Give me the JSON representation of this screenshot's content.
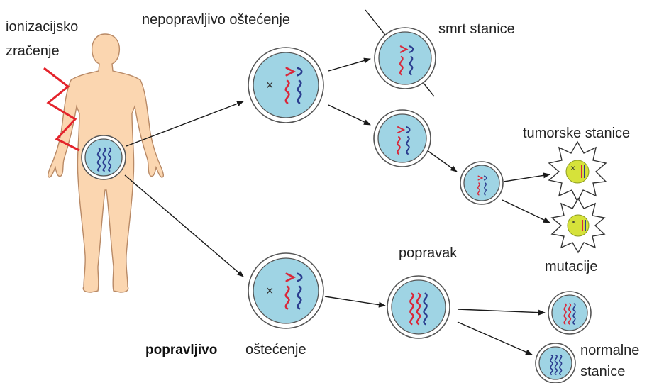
{
  "labels": {
    "radiation_line1": "ionizacijsko",
    "radiation_line2": "zračenje",
    "irreparable_damage": "nepopravljivo oštećenje",
    "cell_death": "smrt stanice",
    "tumor_cells": "tumorske stanice",
    "mutations": "mutacije",
    "repair": "popravak",
    "repairable": "popravljivo",
    "damage": "oštećenje",
    "normal_cells_line1": "normalne",
    "normal_cells_line2": "stanice"
  },
  "colors": {
    "skin": "#fbd6b0",
    "skin_outline": "#b98a66",
    "cell_fill": "#9fd4e4",
    "dna_red": "#d9283a",
    "dna_blue": "#2b3d8f",
    "radiation_zigzag": "#e4232b",
    "tumor_nucleus": "#d6e23a"
  },
  "icons": [
    "human-body-icon",
    "radiation-zigzag-icon",
    "cell-icon",
    "dna-strand-icon",
    "damage-cross-icon",
    "tumor-cell-icon"
  ]
}
